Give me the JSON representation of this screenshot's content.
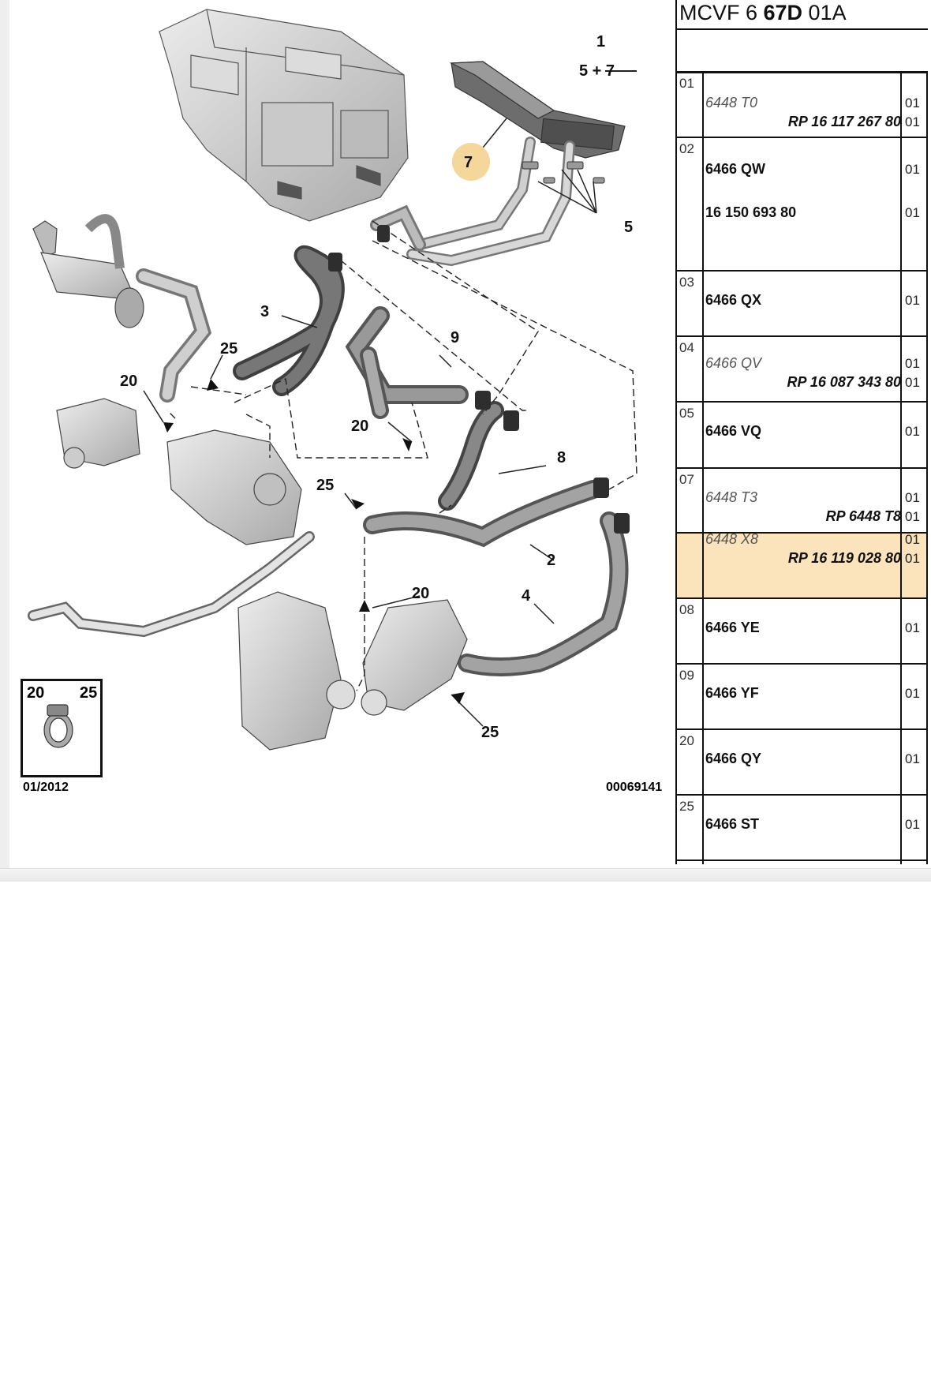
{
  "diagram": {
    "callouts": {
      "c1": "1",
      "c5p7": "5 + 7",
      "c7": "7",
      "c5": "5",
      "c3": "3",
      "c9": "9",
      "c25a": "25",
      "c20a": "20",
      "c20b": "20",
      "c8": "8",
      "c25b": "25",
      "c2": "2",
      "c4": "4",
      "c20c": "20",
      "c25c": "25"
    },
    "legend": {
      "left": "20",
      "right": "25"
    },
    "date": "01/2012",
    "reference": "00069141",
    "highlight_color": "#f6d79b"
  },
  "table": {
    "header_plain_1": "MCVF 6 ",
    "header_bold": "67D",
    "header_plain_2": " 01A",
    "rows": [
      {
        "num": "01",
        "items": [
          {
            "pn": "6448 T0",
            "style": "ital",
            "qty": "01"
          },
          {
            "rp": "RP 16 117 267 80",
            "qty": "01"
          }
        ]
      },
      {
        "num": "02",
        "items": [
          {
            "pn": "6466 QW",
            "style": "bold",
            "qty": "01"
          },
          {
            "pn": "16 150 693 80",
            "style": "bold",
            "qty": "01"
          }
        ]
      },
      {
        "num": "03",
        "items": [
          {
            "pn": "6466 QX",
            "style": "bold",
            "qty": "01"
          }
        ]
      },
      {
        "num": "04",
        "items": [
          {
            "pn": "6466 QV",
            "style": "ital",
            "qty": "01"
          },
          {
            "rp": "RP 16 087 343 80",
            "qty": "01"
          }
        ]
      },
      {
        "num": "05",
        "items": [
          {
            "pn": "6466 VQ",
            "style": "bold",
            "qty": "01"
          }
        ]
      },
      {
        "num": "07",
        "items": [
          {
            "pn": "6448 T3",
            "style": "ital",
            "qty": "01"
          },
          {
            "rp": "RP 6448 T8",
            "qty": "01"
          }
        ]
      },
      {
        "num": "",
        "items": [
          {
            "pn": "6448 X8",
            "style": "ital",
            "qty": "01"
          },
          {
            "rp": "RP 16 119 028 80",
            "qty": "01"
          }
        ]
      },
      {
        "num": "08",
        "items": [
          {
            "pn": "6466 YE",
            "style": "bold",
            "qty": "01"
          }
        ]
      },
      {
        "num": "09",
        "items": [
          {
            "pn": "6466 YF",
            "style": "bold",
            "qty": "01"
          }
        ]
      },
      {
        "num": "20",
        "items": [
          {
            "pn": "6466 QY",
            "style": "bold",
            "qty": "01"
          }
        ]
      },
      {
        "num": "25",
        "items": [
          {
            "pn": "6466 ST",
            "style": "bold",
            "qty": "01"
          }
        ]
      }
    ]
  }
}
